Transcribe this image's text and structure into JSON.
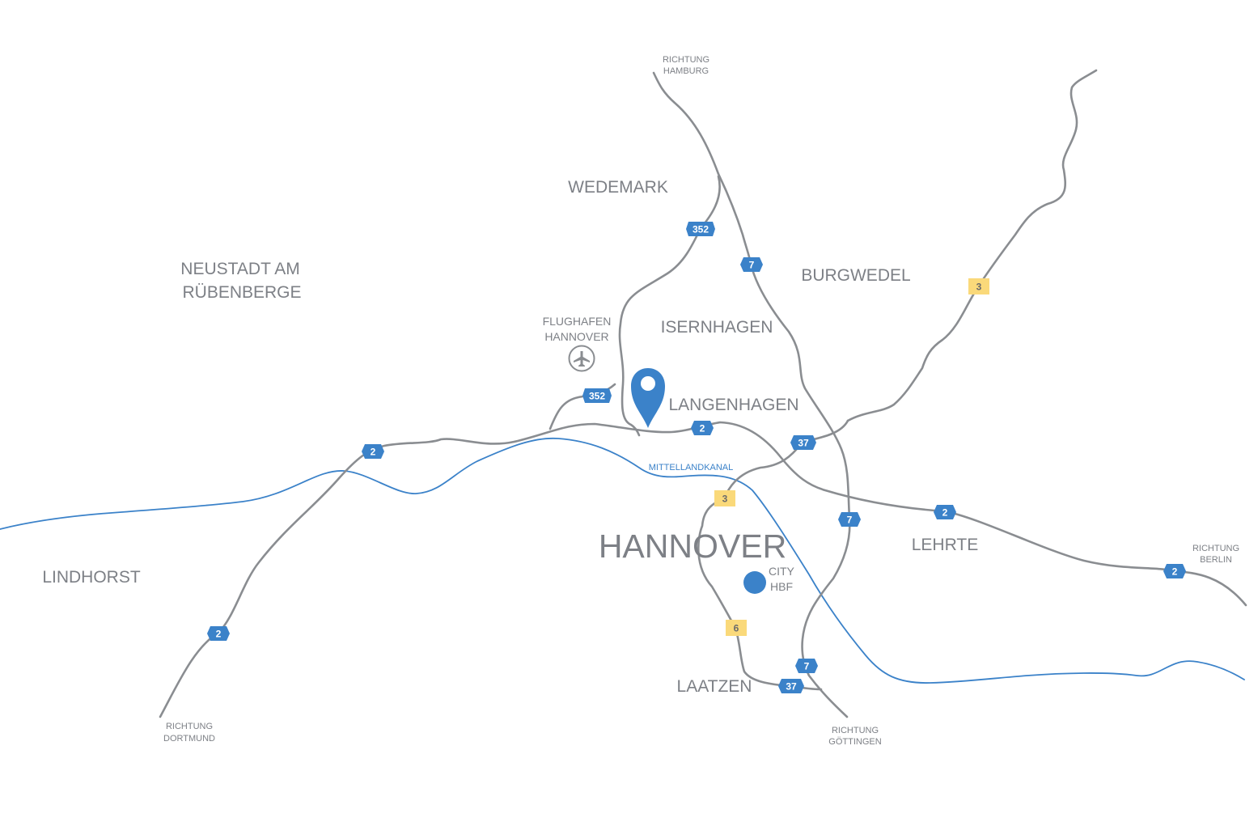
{
  "places": {
    "wedemark": "WEDEMARK",
    "neustadt_line1": "NEUSTADT AM",
    "neustadt_line2": "RÜBENBERGE",
    "burgwedel": "BURGWEDEL",
    "isernhagen": "ISERNHAGEN",
    "langenhagen": "LANGENHAGEN",
    "hannover": "HANNOVER",
    "lehrte": "LEHRTE",
    "lindhorst": "LINDHORST",
    "laatzen": "LAATZEN"
  },
  "poi": {
    "airport_line1": "FLUGHAFEN",
    "airport_line2": "HANNOVER",
    "city_line1": "CITY",
    "city_line2": "HBF"
  },
  "directions": {
    "hamburg_line1": "RICHTUNG",
    "hamburg_line2": "HAMBURG",
    "dortmund_line1": "RICHTUNG",
    "dortmund_line2": "DORTMUND",
    "goettingen_line1": "RICHTUNG",
    "goettingen_line2": "GÖTTINGEN",
    "berlin_line1": "RICHTUNG",
    "berlin_line2": "BERLIN"
  },
  "waterway": {
    "canal_name": "MITTELLANDKANAL"
  },
  "routes": {
    "a352": "352",
    "a7": "7",
    "a2": "2",
    "a37": "37",
    "b3": "3",
    "b6": "6"
  },
  "colors": {
    "motorway_shield": "#3b82c9",
    "federal_road_shield": "#fad97a",
    "road": "#8a8d91",
    "water": "#3b82c9",
    "label": "#7d8086",
    "location_marker": "#3b82c9"
  },
  "icons": {
    "airport": "airplane-icon",
    "location": "map-pin-icon",
    "city_center": "dot-icon"
  }
}
